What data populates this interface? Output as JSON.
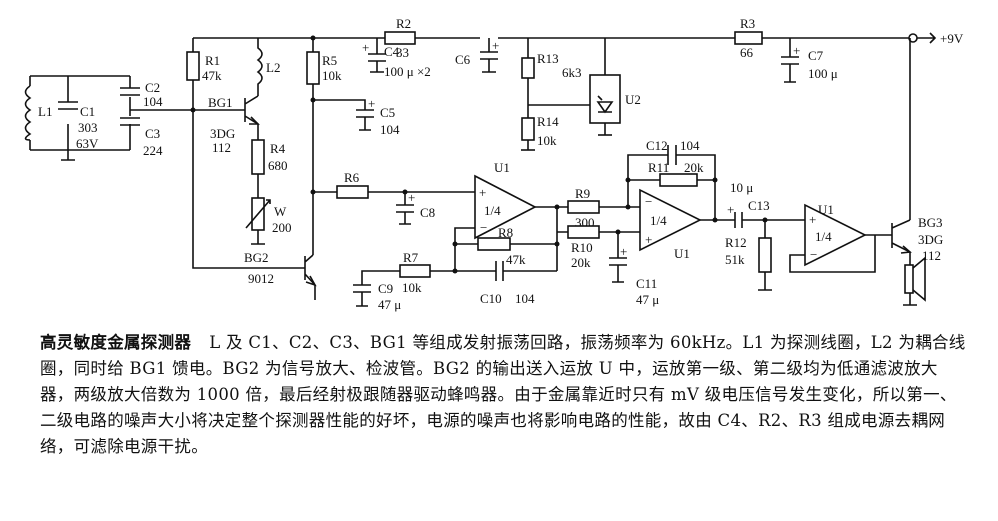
{
  "schematic": {
    "components": {
      "L1": "L1",
      "C1": "C1",
      "C1_val": "303",
      "C1_v": "63V",
      "C2": "C2",
      "C2_val": "104",
      "C3": "C3",
      "C3_val": "224",
      "R1": "R1",
      "R1_val": "47k",
      "L2": "L2",
      "BG1": "BG1",
      "BG1_type": "3DG",
      "BG1_num": "112",
      "R4": "R4",
      "R4_val": "680",
      "W": "W",
      "W_val": "200",
      "BG2": "BG2",
      "BG2_type": "9012",
      "R5": "R5",
      "R5_val": "10k",
      "C4": "C4",
      "C4_val": "100 μ ×2",
      "R2": "R2",
      "R2_val": "33",
      "C6": "C6",
      "C5": "C5",
      "C5_val": "104",
      "R13": "R13",
      "R13_val": "6k3",
      "R14": "R14",
      "R14_val": "10k",
      "U2": "U2",
      "R3": "R3",
      "R3_val": "66",
      "C7": "C7",
      "C7_val": "100 μ",
      "VCC": "+9V",
      "R6": "R6",
      "C8": "C8",
      "U1a": "U1",
      "U1a_frac": "1/4",
      "R9": "R9",
      "R9_val": "300",
      "R8": "R8",
      "R8_val": "47k",
      "R7": "R7",
      "R7_val": "10k",
      "C9": "C9",
      "C9_val": "47 μ",
      "C10": "C10",
      "C10_val": "104",
      "C12": "C12",
      "C12_val": "104",
      "R11": "R11",
      "R11_val": "20k",
      "U1b_frac": "1/4",
      "U1b": "U1",
      "R10": "R10",
      "R10_val": "20k",
      "C11": "C11",
      "C11_val": "47 μ",
      "C13_val": "10 μ",
      "C13": "C13",
      "R12": "R12",
      "R12_val": "51k",
      "U1c": "U1",
      "U1c_frac": "1/4",
      "BG3": "BG3",
      "BG3_type": "3DG",
      "BG3_num": "112"
    }
  },
  "description": {
    "title": "高灵敏度金属探测器",
    "body": "L 及 C1、C2、C3、BG1 等组成发射振荡回路，振荡频率为 60kHz。L1 为探测线圈，L2 为耦合线圈，同时给 BG1 馈电。BG2 为信号放大、检波管。BG2 的输出送入运放 U 中，运放第一级、第二级均为低通滤波放大器，两级放大倍数为 1000 倍，最后经射极跟随器驱动蜂鸣器。由于金属靠近时只有 mV 级电压信号发生变化，所以第一、二级电路的噪声大小将决定整个探测器性能的好坏，电源的噪声也将影响电路的性能，故由 C4、R2、R3 组成电源去耦网络，可滤除电源干扰。"
  }
}
